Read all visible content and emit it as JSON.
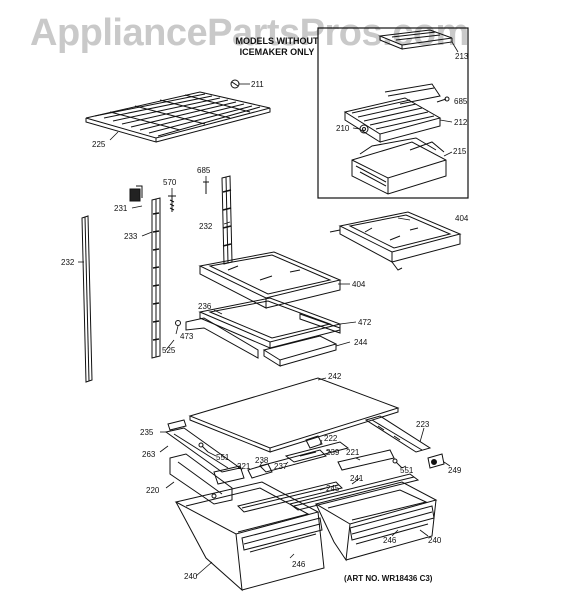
{
  "watermark": "AppliancePartsPros.com",
  "inset": {
    "title_line1": "MODELS WITHOUT",
    "title_line2": "ICEMAKER ONLY"
  },
  "art_number": "(ART NO. WR18436 C3)",
  "callouts": [
    {
      "id": "c213",
      "label": "213"
    },
    {
      "id": "c685a",
      "label": "685"
    },
    {
      "id": "c212",
      "label": "212"
    },
    {
      "id": "c210",
      "label": "210"
    },
    {
      "id": "c215",
      "label": "215"
    },
    {
      "id": "c211",
      "label": "211"
    },
    {
      "id": "c225",
      "label": "225"
    },
    {
      "id": "c685b",
      "label": "685"
    },
    {
      "id": "c570",
      "label": "570"
    },
    {
      "id": "c231",
      "label": "231"
    },
    {
      "id": "c233",
      "label": "233"
    },
    {
      "id": "c232a",
      "label": "232"
    },
    {
      "id": "c232b",
      "label": "232"
    },
    {
      "id": "c404a",
      "label": "404"
    },
    {
      "id": "c404b",
      "label": "404"
    },
    {
      "id": "c236",
      "label": "236"
    },
    {
      "id": "c472",
      "label": "472"
    },
    {
      "id": "c473",
      "label": "473"
    },
    {
      "id": "c525",
      "label": "525"
    },
    {
      "id": "c244",
      "label": "244"
    },
    {
      "id": "c242",
      "label": "242"
    },
    {
      "id": "c235",
      "label": "235"
    },
    {
      "id": "c223",
      "label": "223"
    },
    {
      "id": "c222",
      "label": "222"
    },
    {
      "id": "c239",
      "label": "239"
    },
    {
      "id": "c263",
      "label": "263"
    },
    {
      "id": "c551a",
      "label": "551"
    },
    {
      "id": "c221a",
      "label": "221"
    },
    {
      "id": "c221b",
      "label": "221"
    },
    {
      "id": "c238",
      "label": "238"
    },
    {
      "id": "c237",
      "label": "237"
    },
    {
      "id": "c551b",
      "label": "551"
    },
    {
      "id": "c249",
      "label": "249"
    },
    {
      "id": "c241",
      "label": "241"
    },
    {
      "id": "c220",
      "label": "220"
    },
    {
      "id": "c245",
      "label": "245"
    },
    {
      "id": "c246a",
      "label": "246"
    },
    {
      "id": "c240a",
      "label": "240"
    },
    {
      "id": "c246b",
      "label": "246"
    },
    {
      "id": "c240b",
      "label": "240"
    }
  ]
}
